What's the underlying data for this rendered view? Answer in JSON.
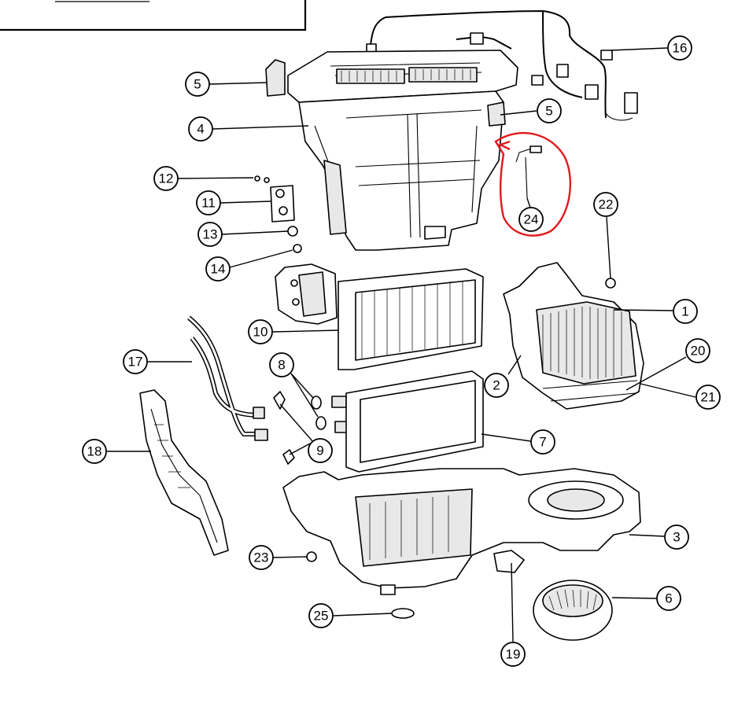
{
  "diagram": {
    "callouts": [
      {
        "label": "5"
      },
      {
        "label": "4"
      },
      {
        "label": "12"
      },
      {
        "label": "11"
      },
      {
        "label": "13"
      },
      {
        "label": "14"
      },
      {
        "label": "10"
      },
      {
        "label": "17"
      },
      {
        "label": "8"
      },
      {
        "label": "9"
      },
      {
        "label": "18"
      },
      {
        "label": "23"
      },
      {
        "label": "25"
      },
      {
        "label": "19"
      },
      {
        "label": "6"
      },
      {
        "label": "3"
      },
      {
        "label": "7"
      },
      {
        "label": "2"
      },
      {
        "label": "21"
      },
      {
        "label": "20"
      },
      {
        "label": "1"
      },
      {
        "label": "22"
      },
      {
        "label": "24"
      },
      {
        "label": "5"
      },
      {
        "label": "16"
      }
    ],
    "highlight_color": "#e0191e",
    "line_color": "#000000"
  }
}
